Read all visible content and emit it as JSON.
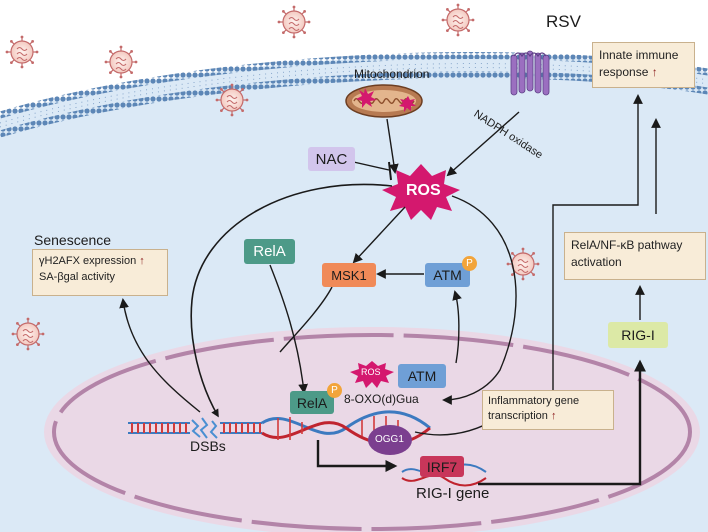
{
  "labels": {
    "rsv": "RSV",
    "mitochondrion": "Mitochondrion",
    "nadph_oxidase": "NADPH oxidase",
    "nac": "NAC",
    "ros_main": "ROS",
    "rela_cytoplasm": "RelA",
    "msk1": "MSK1",
    "atm_top": "ATM",
    "phospho": "P",
    "senescence": "Senescence",
    "senescence_line1": "γH2AFX expression",
    "senescence_line2": "SA-βgal activity",
    "innate_line1": "Innate immune",
    "innate_line2": "response",
    "pathway_line1": "RelA/NF-κB pathway",
    "pathway_line2": "activation",
    "rig_i": "RIG-I",
    "ros_nucleus": "ROS",
    "atm_nucleus": "ATM",
    "rela_nucleus": "RelA",
    "oxo": "8-OXO(d)Gua",
    "ogg1": "OGG1",
    "inflam_line1": "Inflammatory gene",
    "inflam_line2": "transcription",
    "dsbs": "DSBs",
    "irf7": "IRF7",
    "rig_i_gene": "RIG-I gene",
    "up_arrow": "↑"
  },
  "colors": {
    "membrane_blue": "#5c86b6",
    "cytoplasm": "#dbe9f6",
    "nucleus": "#ead8e6",
    "ros_magenta": "#d4186e",
    "rela_teal": "#4d9a88",
    "msk1_orange": "#f08a58",
    "atm_blue": "#6f9fd6",
    "phospho_orange": "#f2a43a",
    "rig_green": "#dce9a6",
    "irf7_red": "#c8365a",
    "ogg1_purple": "#7b3f8f",
    "nac_lavender": "#d2c5ec",
    "note_fill": "#f8ecd8",
    "up_arrow_red": "#8b1b1b"
  }
}
